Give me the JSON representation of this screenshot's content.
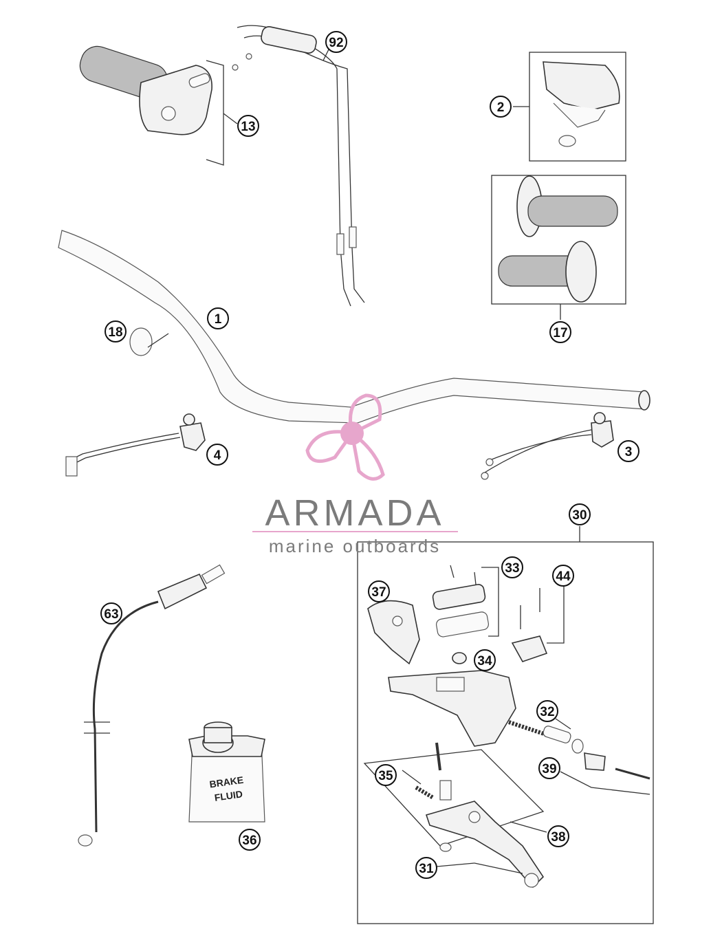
{
  "diagram": {
    "callouts": {
      "c92": "92",
      "c13": "13",
      "c2": "2",
      "c17": "17",
      "c1": "1",
      "c18": "18",
      "c4": "4",
      "c3": "3",
      "c30": "30",
      "c33": "33",
      "c44": "44",
      "c37": "37",
      "c34": "34",
      "c32": "32",
      "c39": "39",
      "c35": "35",
      "c38": "38",
      "c31": "31",
      "c63": "63",
      "c36": "36"
    },
    "fluid_can_label_line1": "BRAKE",
    "fluid_can_label_line2": "FLUID"
  },
  "watermark": {
    "brand": "ARMADA",
    "tagline": "marine outboards",
    "logo_icon": "propeller-icon",
    "accent_color": "#e7a6cc"
  }
}
